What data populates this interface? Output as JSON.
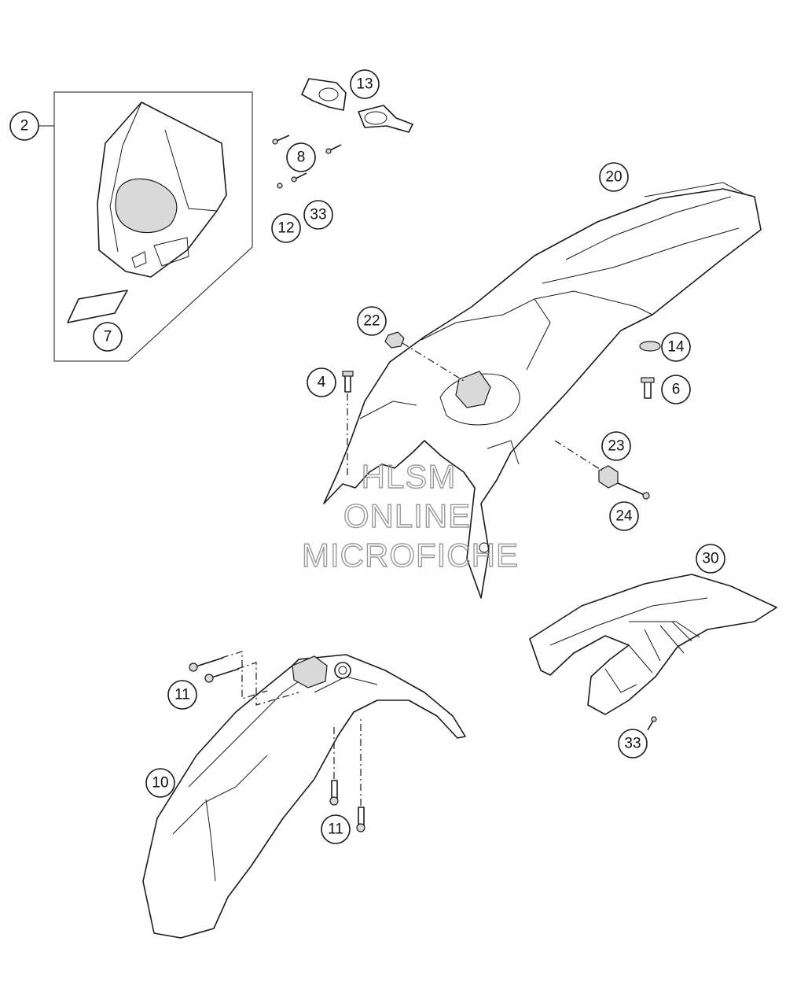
{
  "callouts": [
    {
      "id": "c2",
      "label": "2"
    },
    {
      "id": "c7",
      "label": "7"
    },
    {
      "id": "c13",
      "label": "13"
    },
    {
      "id": "c8",
      "label": "8"
    },
    {
      "id": "c33a",
      "label": "33"
    },
    {
      "id": "c12",
      "label": "12"
    },
    {
      "id": "c20",
      "label": "20"
    },
    {
      "id": "c22",
      "label": "22"
    },
    {
      "id": "c14",
      "label": "14"
    },
    {
      "id": "c4",
      "label": "4"
    },
    {
      "id": "c6",
      "label": "6"
    },
    {
      "id": "c23",
      "label": "23"
    },
    {
      "id": "c24",
      "label": "24"
    },
    {
      "id": "c30",
      "label": "30"
    },
    {
      "id": "c11a",
      "label": "11"
    },
    {
      "id": "c10",
      "label": "10"
    },
    {
      "id": "c11b",
      "label": "11"
    },
    {
      "id": "c33b",
      "label": "33"
    }
  ],
  "watermark": {
    "line1": "HLSM",
    "line2": "ONLINE",
    "line3": "MICROFICHE"
  }
}
